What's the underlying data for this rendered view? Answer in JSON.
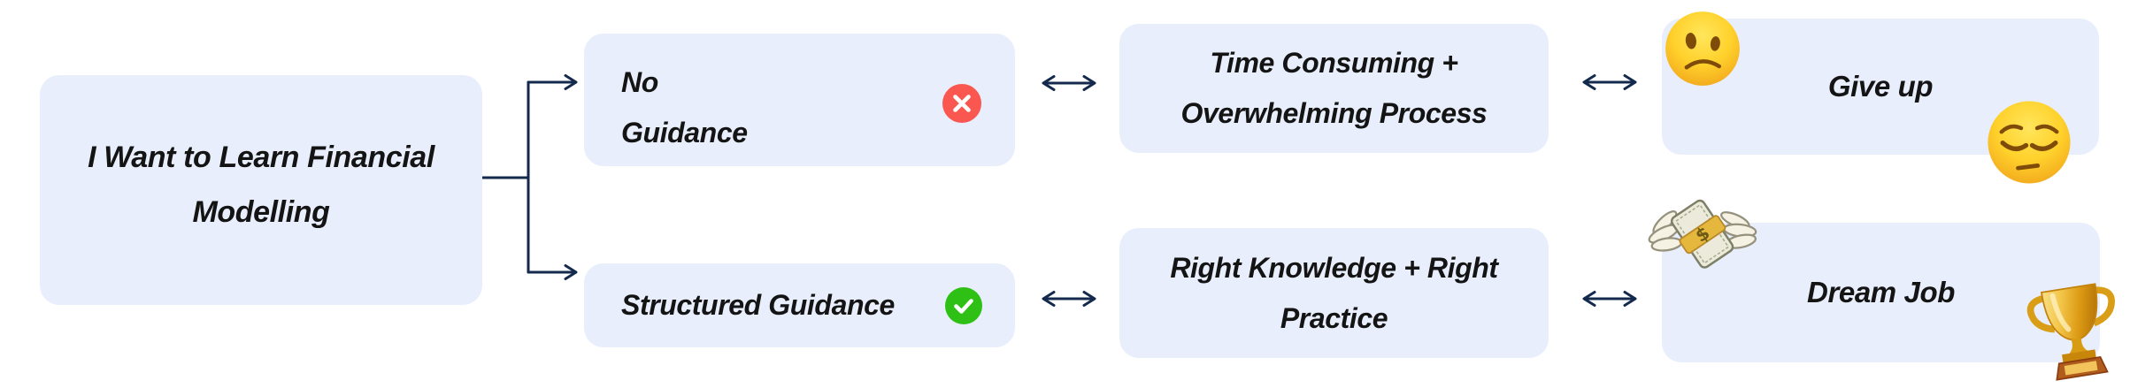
{
  "canvas": {
    "background": "#FFFFFF"
  },
  "style": {
    "node_fill": "#E8EEFB",
    "text_color": "#141414",
    "connector_color": "#132A4C",
    "error_badge_color": "#FA5750",
    "success_badge_color": "#2EC014"
  },
  "nodes": {
    "root": {
      "lines": [
        "I Want to Learn Financial",
        "Modelling"
      ]
    },
    "no_guidance": {
      "lines": [
        "No",
        "Guidance"
      ],
      "badge_icon": "cross-in-circle"
    },
    "time_consuming": {
      "lines": [
        "Time Consuming +",
        "Overwhelming Process"
      ]
    },
    "give_up": {
      "label": "Give up",
      "emoji_icons": [
        "slightly-frowning-face",
        "pensive-face"
      ]
    },
    "structured_guidance": {
      "label": "Structured Guidance",
      "badge_icon": "check-in-circle"
    },
    "right_knowledge": {
      "lines": [
        "Right Knowledge + Right",
        "Practice"
      ]
    },
    "dream_job": {
      "label": "Dream Job",
      "emoji_icons": [
        "money-with-wings",
        "trophy"
      ]
    }
  },
  "edges": [
    {
      "from": "root",
      "to": "no_guidance",
      "type": "arrow"
    },
    {
      "from": "root",
      "to": "structured_guidance",
      "type": "arrow"
    },
    {
      "from": "no_guidance",
      "to": "time_consuming",
      "type": "double-arrow"
    },
    {
      "from": "time_consuming",
      "to": "give_up",
      "type": "double-arrow"
    },
    {
      "from": "structured_guidance",
      "to": "right_knowledge",
      "type": "double-arrow"
    },
    {
      "from": "right_knowledge",
      "to": "dream_job",
      "type": "double-arrow"
    }
  ]
}
